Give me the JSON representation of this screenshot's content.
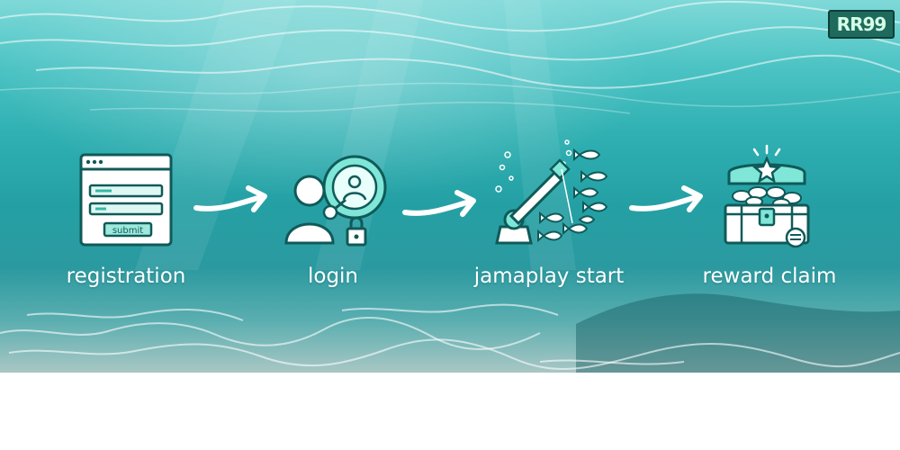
{
  "logo": {
    "text": "RR99"
  },
  "steps": [
    {
      "label": "registration",
      "icon": "registration-form-icon",
      "form_button": "submit"
    },
    {
      "label": "login",
      "icon": "user-login-key-icon"
    },
    {
      "label": "jamaplay start",
      "icon": "fishing-cannon-icon"
    },
    {
      "label": "reward claim",
      "icon": "treasure-chest-icon"
    }
  ],
  "arrows": [
    "arrow-right-icon",
    "arrow-right-icon",
    "arrow-right-icon"
  ],
  "colors": {
    "water_top": "#7fd9d8",
    "water_mid": "#24a0a4",
    "icon_stroke": "#0f5a58",
    "icon_fill": "#ffffff",
    "icon_accent": "#7fe6d8"
  }
}
